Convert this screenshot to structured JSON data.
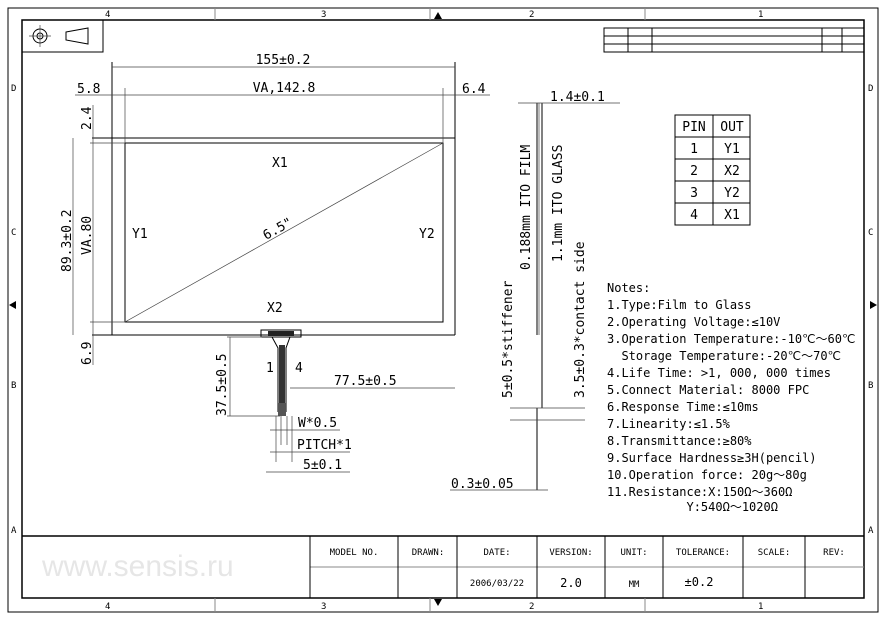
{
  "grid": {
    "columns": [
      "4",
      "3",
      "2",
      "1"
    ],
    "rows": [
      "D",
      "C",
      "B",
      "A"
    ]
  },
  "panel": {
    "overall_width": "155±0.2",
    "va_width": "VA,142.8",
    "left_margin": "5.8",
    "right_margin": "6.4",
    "top_margin": "2.4",
    "overall_height": "89.3±0.2",
    "va_height": "VA.80",
    "bottom_margin": "6.9",
    "diagonal": "6.5\"",
    "electrodes": {
      "top": "X1",
      "bottom": "X2",
      "left": "Y1",
      "right": "Y2"
    }
  },
  "fpc": {
    "pin_left": "1",
    "pin_right": "4",
    "length": "37.5±0.5",
    "offset": "77.5±0.5",
    "width": "W*0.5",
    "pitch": "PITCH*1",
    "total_width": "5±0.1"
  },
  "side_view": {
    "thickness": "1.4±0.1",
    "film": "0.188mm ITO FILM",
    "glass": "1.1mm ITO GLASS",
    "stiffener": "5±0.5*stiffener",
    "contact_side": "3.5±0.3*contact side",
    "stiffener_thickness": "0.3±0.05"
  },
  "pin_table": {
    "headers": [
      "PIN",
      "OUT"
    ],
    "rows": [
      [
        "1",
        "Y1"
      ],
      [
        "2",
        "X2"
      ],
      [
        "3",
        "Y2"
      ],
      [
        "4",
        "X1"
      ]
    ]
  },
  "notes": {
    "title": "Notes:",
    "items": [
      "1.Type:Film to Glass",
      "2.Operating Voltage:≤10V",
      "3.Operation Temperature:-10℃～60℃",
      "  Storage Temperature:-20℃～70℃",
      "4.Life Time: >1, 000, 000 times",
      "5.Connect Material: 8000 FPC",
      "6.Response Time:≤10ms",
      "7.Linearity:≤1.5%",
      "8.Transmittance:≥80%",
      "9.Surface Hardness≥3H(pencil)",
      "10.Operation force: 20g～80g",
      "11.Resistance:X:150Ω～360Ω",
      "           Y:540Ω～1020Ω"
    ]
  },
  "title_block": {
    "watermark": "www.sensis.ru",
    "headers": [
      "MODEL NO.",
      "DRAWN:",
      "DATE:",
      "VERSION:",
      "UNIT:",
      "TOLERANCE:",
      "SCALE:",
      "REV:"
    ],
    "values": [
      "",
      "",
      "2006/03/22",
      "2.0",
      "MM",
      "±0.2",
      "",
      ""
    ]
  }
}
